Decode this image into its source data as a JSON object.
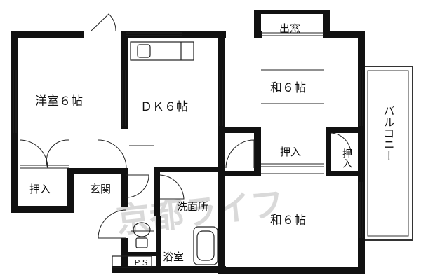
{
  "rooms": {
    "western_room": "洋室６帖",
    "dining_kitchen": "ＤＫ６帖",
    "japanese_room_upper": "和６帖",
    "japanese_room_lower": "和６帖",
    "bay_window": "出窓",
    "closet_left": "押入",
    "closet_center": "押入",
    "closet_small": "押入",
    "entrance": "玄関",
    "washroom": "洗面所",
    "bathroom": "浴室",
    "pipe_space": "ＰＳ",
    "balcony": "バルコニー"
  },
  "watermark": "京都ライフ",
  "colors": {
    "wall": "#111111",
    "line": "#222222",
    "balcony": "#333333"
  }
}
